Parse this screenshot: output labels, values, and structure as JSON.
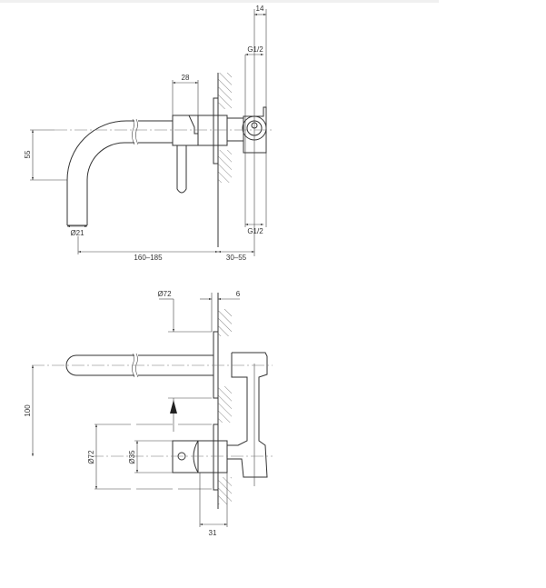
{
  "top_view": {
    "dim_14": "14",
    "dim_g12_top": "G1/2",
    "dim_g12_bottom": "G1/2",
    "dim_28": "28",
    "dim_55": "55",
    "dim_d21": "Ø21",
    "dim_160_185": "160–185",
    "dim_30_55": "30–55"
  },
  "side_view": {
    "dim_d72_top": "Ø72",
    "dim_6": "6",
    "dim_100": "100",
    "dim_d72_left": "Ø72",
    "dim_d35": "Ø35",
    "dim_31": "31"
  }
}
